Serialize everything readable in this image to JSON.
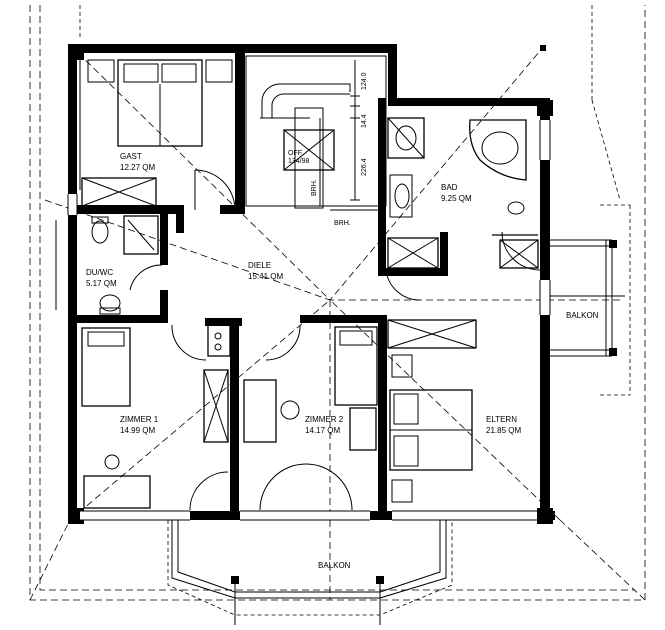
{
  "rooms": {
    "gast": {
      "name": "GAST",
      "area": "12.27 QM"
    },
    "diele": {
      "name": "DIELE",
      "area": "15.41 QM"
    },
    "du_wc": {
      "name": "DU/WC",
      "area": "5.17 QM"
    },
    "bad": {
      "name": "BAD",
      "area": "9.25 QM"
    },
    "zimmer1": {
      "name": "ZIMMER 1",
      "area": "14.99 QM"
    },
    "zimmer2": {
      "name": "ZIMMER 2",
      "area": "14.17 QM"
    },
    "eltern": {
      "name": "ELTERN",
      "area": "21.85 QM"
    }
  },
  "labels": {
    "balkon_east": "BALKON",
    "balkon_south": "BALKON",
    "off_title": "OFF",
    "off_size": "134/98",
    "brh_1": "BRH.",
    "brh_2": "BRH."
  },
  "dimensions": {
    "d1": "124.0",
    "d2": "14.4",
    "d3": "226.4"
  }
}
